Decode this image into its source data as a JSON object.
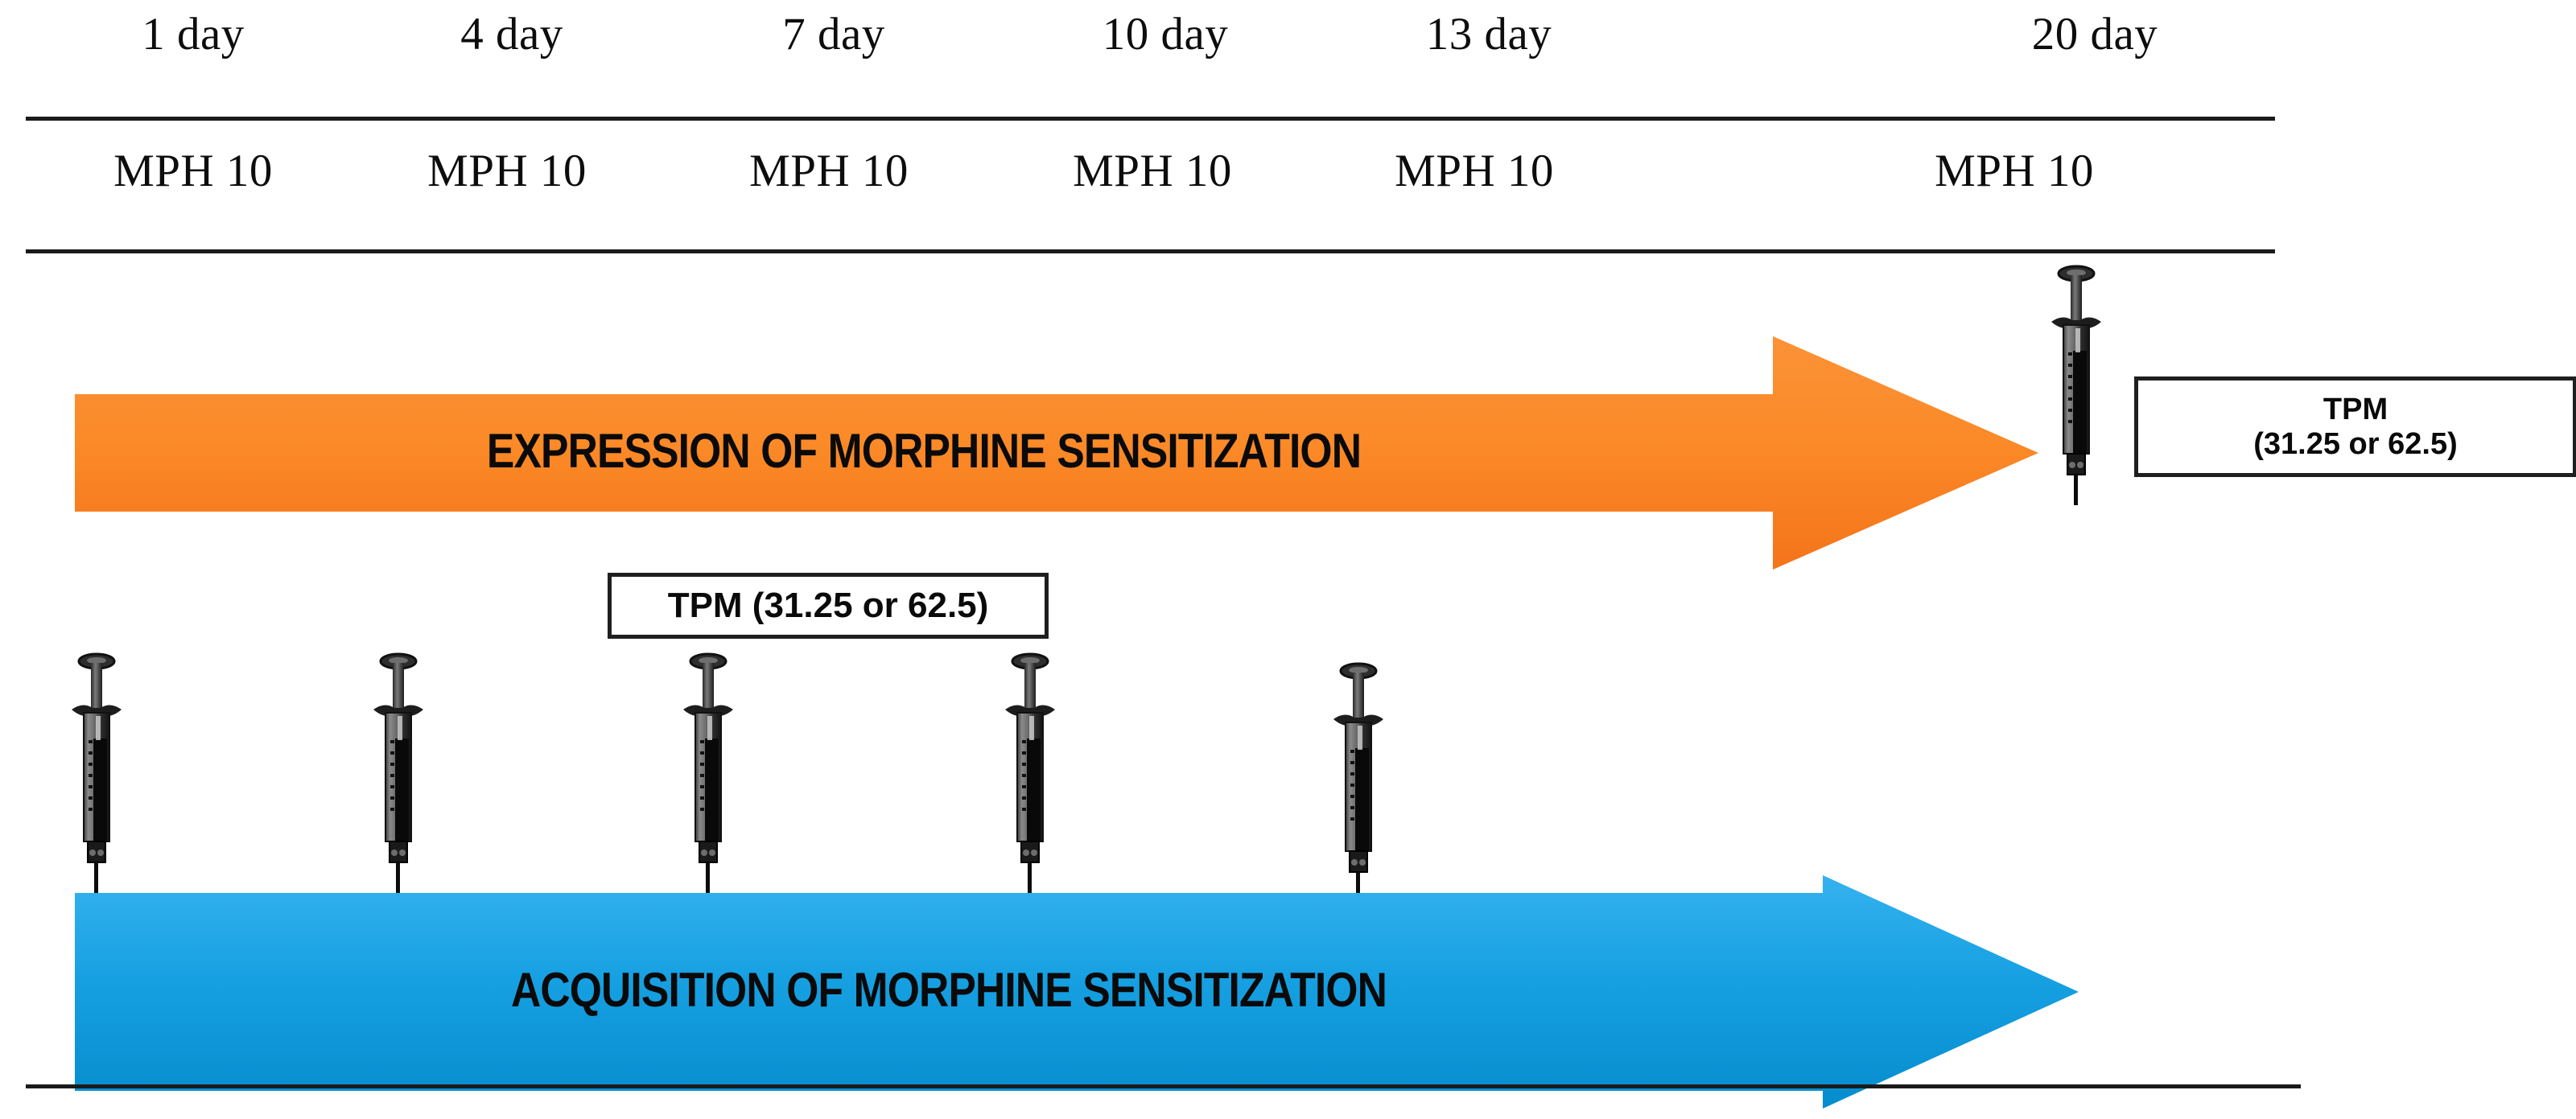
{
  "figure": {
    "title": "Morphine sensitization experimental timeline",
    "type": "experimental-timeline-diagram"
  },
  "timeline_table": {
    "day_header": [
      "1 day",
      "4 day",
      "7 day",
      "10 day",
      "13 day",
      "20 day"
    ],
    "treatment_row": [
      "MPH 10",
      "MPH 10",
      "MPH 10",
      "MPH 10",
      "MPH 10",
      "MPH 10"
    ]
  },
  "phases": {
    "expression": {
      "label": "EXPRESSION OF MORPHINE SENSITIZATION",
      "color": "#f97f20"
    },
    "acquisition": {
      "label": "ACQUISITION OF MORPHINE SENSITIZATION",
      "color": "#129bdb"
    }
  },
  "callouts": {
    "acquisition_tpm": {
      "line1": "TPM (31.25 or 62.5)"
    },
    "expression_tpm": {
      "line1": "TPM",
      "line2": "(31.25 or 62.5)"
    }
  },
  "injections": {
    "acquisition_syringes": [
      "1 day",
      "4 day",
      "7 day",
      "10 day",
      "13 day"
    ],
    "expression_syringes": [
      "20 day"
    ],
    "icon": "syringe-icon"
  },
  "colors": {
    "orange_light": "#fb8f2e",
    "orange_dark": "#f4751a",
    "blue_light": "#2badec",
    "blue_dark": "#0a8fd0",
    "rule": "#1a1a1a",
    "text": "#0d0d0d"
  }
}
